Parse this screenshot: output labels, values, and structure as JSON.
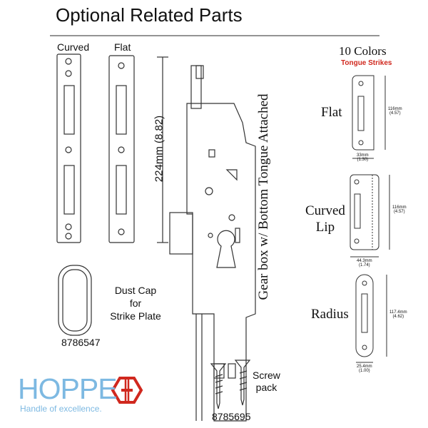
{
  "title": "Optional Related Parts",
  "strike_plates": {
    "curved_label": "Curved",
    "flat_label": "Flat",
    "length_label": "224mm (8.82)"
  },
  "gearbox": {
    "label": "Gear box w/ Bottom Tongue Attached"
  },
  "dust_cap": {
    "line1": "Dust Cap",
    "line2": "for",
    "line3": "Strike Plate",
    "part_number": "8786547"
  },
  "screws": {
    "line1": "Screw",
    "line2": "pack",
    "part_number": "8785695"
  },
  "tongue_strikes": {
    "heading": "10 Colors",
    "subheading": "Tongue Strikes",
    "items": [
      {
        "name": "Flat",
        "height": "116mm",
        "height_in": "(4.57)",
        "width": "33mm",
        "width_in": "(1.30)"
      },
      {
        "name1": "Curved",
        "name2": "Lip",
        "height": "116mm",
        "height_in": "(4.57)",
        "width": "44.3mm",
        "width_in": "(1.74)"
      },
      {
        "name": "Radius",
        "height": "117.4mm",
        "height_in": "(4.62)",
        "width": "25.4mm",
        "width_in": "(1.00)"
      }
    ]
  },
  "logo": {
    "brand": "HOPPE",
    "tagline": "Handle of excellence."
  },
  "colors": {
    "accent_red": "#d0281e",
    "brand_blue": "#7db9e2"
  }
}
